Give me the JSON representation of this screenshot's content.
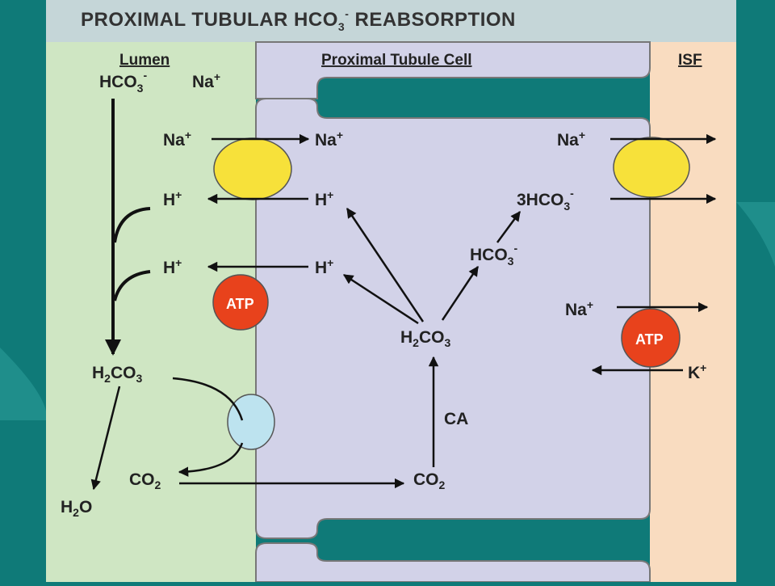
{
  "title": {
    "main": "PROXIMAL TUBULAR HCO",
    "sub": "3",
    "sup": "-",
    "rest": " REABSORPTION"
  },
  "headers": {
    "lumen": "Lumen",
    "cell": "Proximal Tubule Cell",
    "isf": "ISF"
  },
  "lumen_labels": {
    "hco3": {
      "main": "HCO",
      "sub": "3",
      "sup": "-"
    },
    "na": {
      "main": "Na",
      "sup": "+"
    },
    "na_in": {
      "main": "Na",
      "sup": "+"
    },
    "h_top": {
      "main": "H",
      "sup": "+"
    },
    "h_bottom": {
      "main": "H",
      "sup": "+"
    },
    "h2co3": {
      "a": "H",
      "b": "2",
      "c": "CO",
      "d": "3"
    },
    "co2": {
      "main": "CO",
      "sub": "2"
    },
    "h2o": {
      "a": "H",
      "b": "2",
      "c": "O"
    }
  },
  "cell_labels": {
    "na": {
      "main": "Na",
      "sup": "+"
    },
    "h_top": {
      "main": "H",
      "sup": "+"
    },
    "h_bottom": {
      "main": "H",
      "sup": "+"
    },
    "h2co3": {
      "a": "H",
      "b": "2",
      "c": "CO",
      "d": "3"
    },
    "hco3": {
      "main": "HCO",
      "sub": "3",
      "sup": "-"
    },
    "three_hco3": {
      "main": "3HCO",
      "sub": "3",
      "sup": "-"
    },
    "co2": {
      "main": "CO",
      "sub": "2"
    },
    "ca": "CA"
  },
  "isf_labels": {
    "na_top": {
      "main": "Na",
      "sup": "+"
    },
    "na_pump": {
      "main": "Na",
      "sup": "+"
    },
    "k": {
      "main": "K",
      "sup": "+"
    }
  },
  "transporters": {
    "atp_left": "ATP",
    "atp_right": "ATP"
  },
  "colors": {
    "background": "#0f7a78",
    "title_bar": "#c5d6d8",
    "lumen": "#cfe6c3",
    "cell": "#d2d2e8",
    "isf": "#f9dcc0",
    "exchanger": "#f7e13a",
    "pump": "#e8421c",
    "channel": "#bde3ef"
  }
}
